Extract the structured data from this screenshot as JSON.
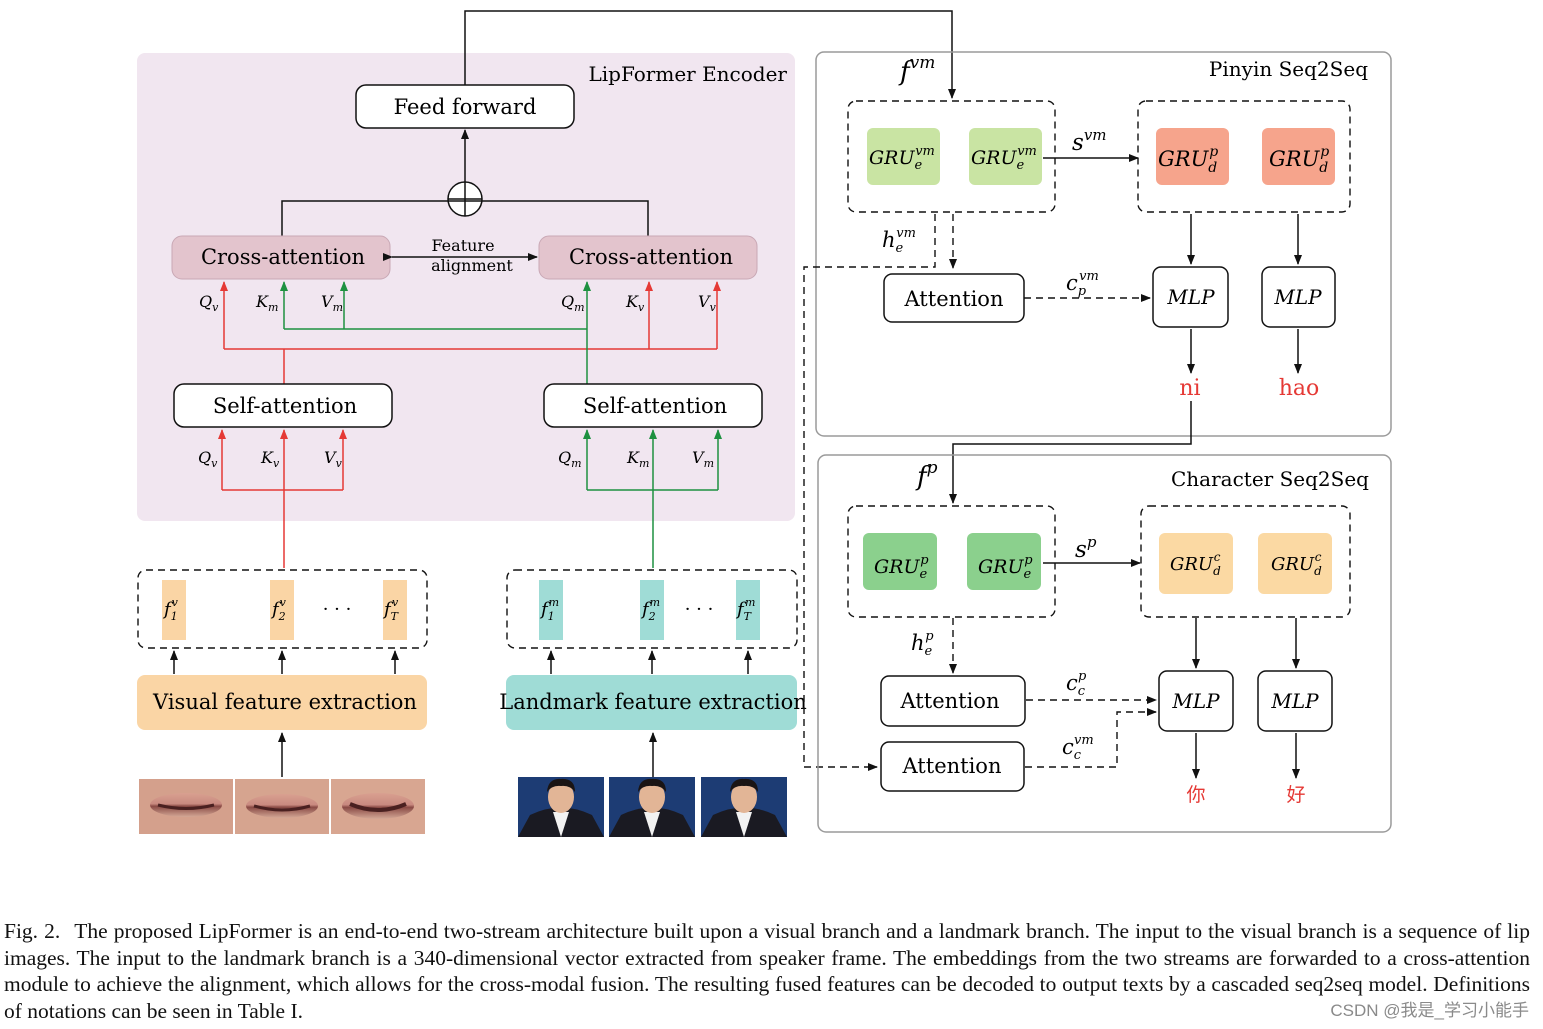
{
  "encoder": {
    "title": "LipFormer Encoder",
    "feed_forward": "Feed forward",
    "cross_attention_left": "Cross-attention",
    "cross_attention_right": "Cross-attention",
    "feature_alignment_line1": "Feature",
    "feature_alignment_line2": "alignment",
    "self_attention_left": "Self-attention",
    "self_attention_right": "Self-attention"
  },
  "streams": {
    "visual_feature_extraction": "Visual feature extraction",
    "landmark_feature_extraction": "Landmark feature extraction",
    "ellipsis": "· · ·"
  },
  "pinyin": {
    "title": "Pinyin Seq2Seq",
    "attention": "Attention",
    "mlp": "MLP",
    "output1": "ni",
    "output2": "hao"
  },
  "character": {
    "title": "Character Seq2Seq",
    "attention1": "Attention",
    "attention2": "Attention",
    "mlp": "MLP",
    "output1": "你",
    "output2": "好"
  },
  "caption": {
    "label": "Fig. 2.",
    "text": "The proposed LipFormer is an end-to-end two-stream architecture built upon a visual branch and a landmark branch. The input to the visual branch is a sequence of lip images. The input to the landmark branch is a 340-dimensional vector extracted from speaker frame. The embeddings from the two streams are forwarded to a cross-attention module to achieve the alignment, which allows for the cross-modal fusion. The resulting fused features can be decoded to output texts by a cascaded seq2seq model. Definitions of notations can be seen in Table I."
  },
  "watermark": "CSDN @我是_学习小能手",
  "colors": {
    "encoder_bg": "#f1e6f0",
    "cross_attention": "#e3c4cd",
    "visual_stream": "#fad5a5",
    "landmark_stream": "#9fdcd6",
    "gru_light_green": "#c9e4a3",
    "gru_salmon": "#f6a48c",
    "gru_green": "#8bd08d",
    "gru_peach": "#fbd9a3",
    "red_arrow": "#e53935",
    "green_arrow": "#1e9140",
    "output_red": "#e53935"
  }
}
